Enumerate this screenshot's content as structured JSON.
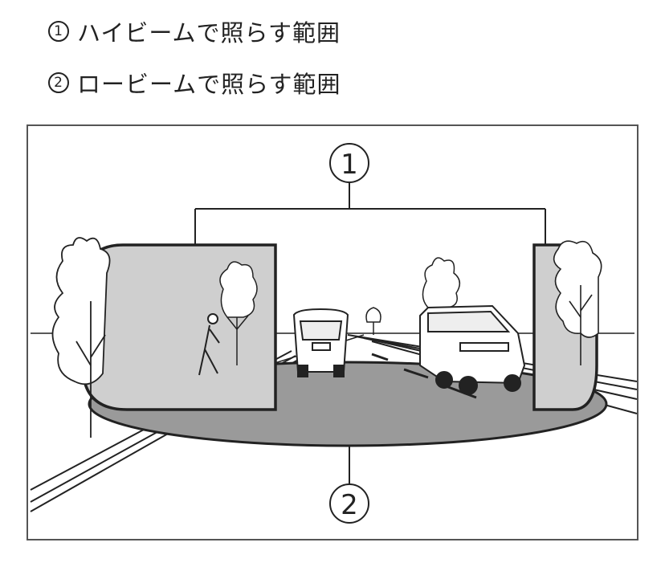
{
  "legend": [
    {
      "number": "1",
      "text": "ハイビームで照らす範囲"
    },
    {
      "number": "2",
      "text": "ロービームで照らす範囲"
    }
  ],
  "figure": {
    "callout_1": "1",
    "callout_2": "2"
  },
  "colors": {
    "line": "#222222",
    "high_beam_fill": "#cfcfcf",
    "low_beam_fill": "#9a9a9a",
    "frame": "#555555"
  }
}
